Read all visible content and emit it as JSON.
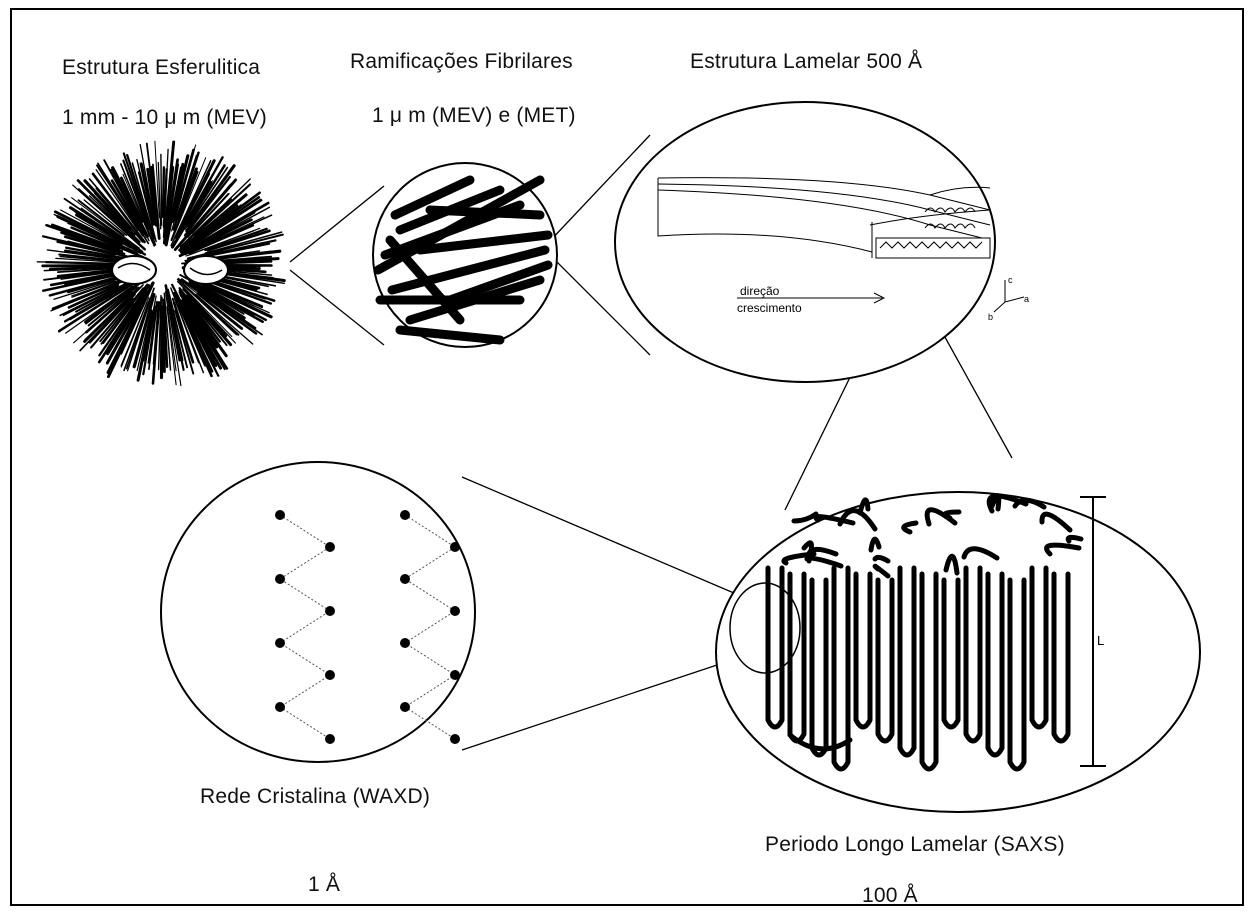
{
  "spherulite": {
    "title": "Estrutura  Esferulitica",
    "scale": "1 mm - 10 μ m  (MEV)"
  },
  "fibrils": {
    "title": "Ramificações Fibrilares",
    "scale": "1 μ m (MEV) e (MET)"
  },
  "lamellar": {
    "title": "Estrutura Lamelar  500  Å",
    "growth_line1": "direção",
    "growth_line2": "crescimento",
    "axis_c": "c",
    "axis_a": "a",
    "axis_b": "b"
  },
  "crystal": {
    "title": "Rede Cristalina  (WAXD)",
    "scale": "1  Å"
  },
  "long_period": {
    "title": "Periodo Longo Lamelar (SAXS)",
    "scale": "100  Å",
    "dimension_label": "L"
  }
}
